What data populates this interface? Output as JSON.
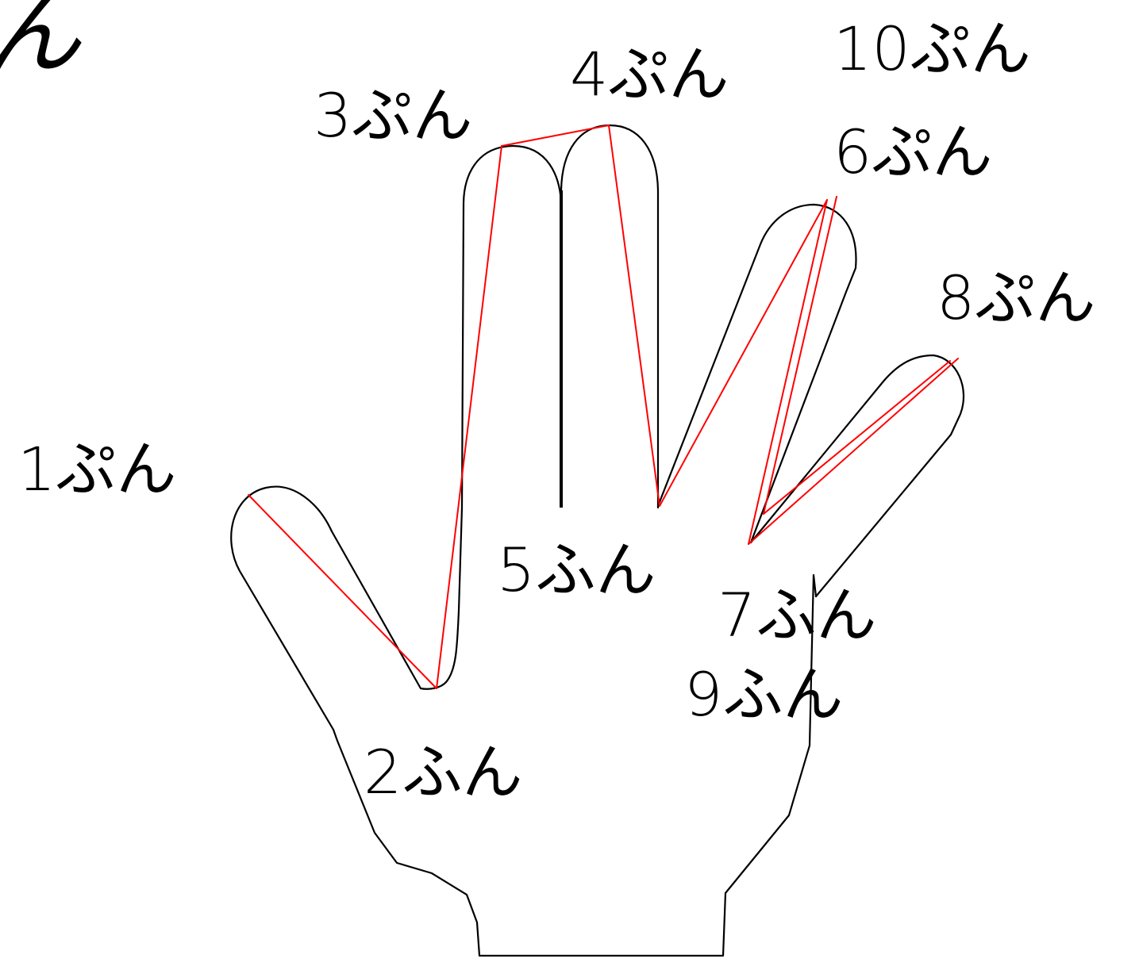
{
  "corner_text": "ん",
  "labels": {
    "m1": "1ぷん",
    "m2": "2ふん",
    "m3": "3ぷん",
    "m4": "4ぷん",
    "m5": "5ふん",
    "m6": "6ぷん",
    "m7": "7ふん",
    "m8": "8ぷん",
    "m9": "9ふん",
    "m10": "10ぷん"
  },
  "colors": {
    "outline": "#000000",
    "counting_lines": "#ff0000",
    "background": "#ffffff"
  }
}
